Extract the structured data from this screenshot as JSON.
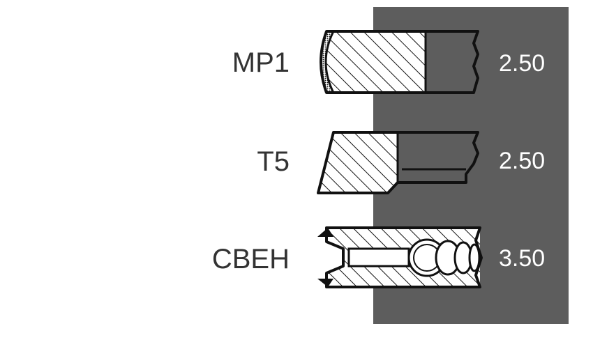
{
  "colors": {
    "panel": "#5d5d5d",
    "ink": "#111111",
    "label_text": "#333333",
    "value_text": "#ffffff",
    "hatch_fill": "#ffffff"
  },
  "rings": [
    {
      "label": "MP1",
      "value": "2.50"
    },
    {
      "label": "T5",
      "value": "2.50"
    },
    {
      "label": "CBEH",
      "value": "3.50"
    }
  ]
}
